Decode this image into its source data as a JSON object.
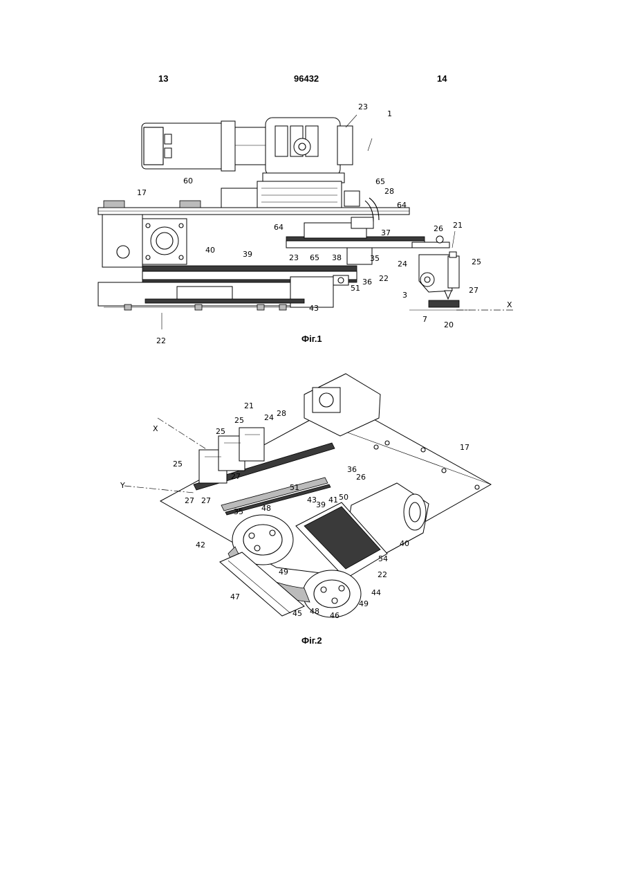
{
  "header": {
    "left_page": "13",
    "patent_number": "96432",
    "right_page": "14"
  },
  "figure1": {
    "caption": "Фіг.1",
    "labels": {
      "l23a": "23",
      "l1": "1",
      "l60": "60",
      "l17": "17",
      "l65a": "65",
      "l28": "28",
      "l64a": "64",
      "l64b": "64",
      "l26": "26",
      "l21": "21",
      "l37": "37",
      "l40": "40",
      "l39": "39",
      "l23b": "23",
      "l65b": "65",
      "l38": "38",
      "l35": "35",
      "l25": "25",
      "l24": "24",
      "l51": "51",
      "l36": "36",
      "l22a": "22",
      "l27": "27",
      "l43": "43",
      "l3": "3",
      "lX": "X",
      "l7": "7",
      "l20": "20",
      "l22b": "22"
    }
  },
  "figure2": {
    "caption": "Фіг.2",
    "labels": {
      "l21": "21",
      "l28": "28",
      "l25a": "25",
      "l24": "24",
      "lX": "X",
      "l25b": "25",
      "l17": "17",
      "l25c": "25",
      "l27a": "27",
      "l36": "36",
      "l26": "26",
      "lY": "Y",
      "l27b": "27",
      "l27c": "27",
      "l51": "51",
      "l35": "35",
      "l48a": "48",
      "l43": "43",
      "l41": "41",
      "l50": "50",
      "l39": "39",
      "l42": "42",
      "l40": "40",
      "l49a": "49",
      "l54": "54",
      "l22": "22",
      "l47": "47",
      "l44": "44",
      "l45": "45",
      "l48b": "48",
      "l46": "46",
      "l49b": "49"
    }
  }
}
